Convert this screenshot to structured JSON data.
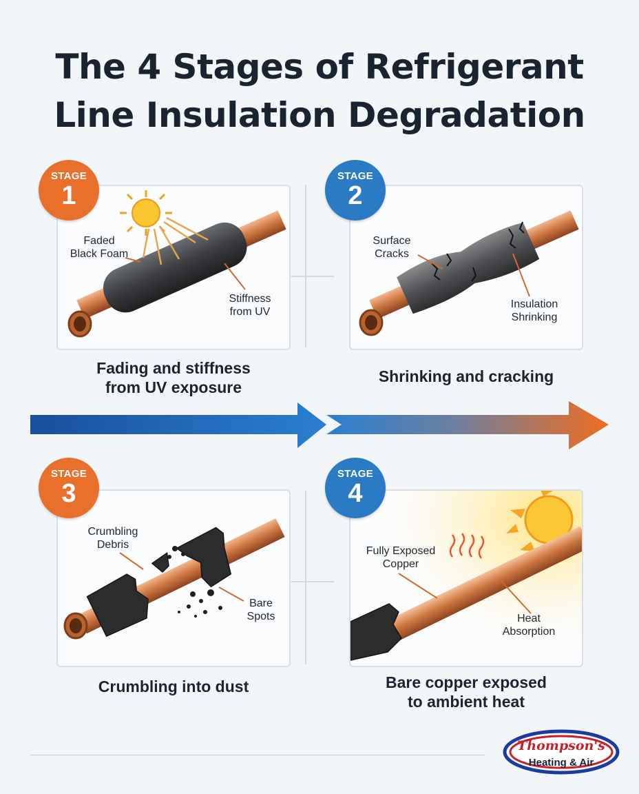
{
  "title": {
    "line1": "The 4 Stages of Refrigerant",
    "line2": "Line Insulation Degradation"
  },
  "colors": {
    "stage_orange": "#e8702a",
    "stage_blue": "#2a7bc4",
    "copper": "#c8693a",
    "foam": "#2b2d30",
    "arrow_blue": "#1f5fae",
    "arrow_orange": "#ec6f24",
    "logo_red": "#c8202a",
    "logo_blue": "#1a3c9c"
  },
  "stages": [
    {
      "badge_label": "STAGE",
      "number": "1",
      "callouts": [
        "Faded\nBlack Foam",
        "Stiffness\nfrom UV"
      ],
      "caption": "Fading and stiffness\nfrom UV exposure",
      "icons": [
        "sun-icon",
        "uv-rays-icon"
      ]
    },
    {
      "badge_label": "STAGE",
      "number": "2",
      "callouts": [
        "Surface\nCracks",
        "Insulation\nShrinking"
      ],
      "caption": "Shrinking and cracking",
      "icons": [
        "cracks-icon"
      ]
    },
    {
      "badge_label": "STAGE",
      "number": "3",
      "callouts": [
        "Crumbling\nDebris",
        "Bare\nSpots"
      ],
      "caption": "Crumbling into dust",
      "icons": [
        "debris-icon"
      ]
    },
    {
      "badge_label": "STAGE",
      "number": "4",
      "callouts": [
        "Fully Exposed\nCopper",
        "Heat\nAbsorption"
      ],
      "caption": "Bare copper exposed\nto ambient heat",
      "icons": [
        "sun-icon",
        "heat-waves-icon"
      ]
    }
  ],
  "logo": {
    "name": "Thompson's",
    "subtitle": "Heating & Air"
  }
}
